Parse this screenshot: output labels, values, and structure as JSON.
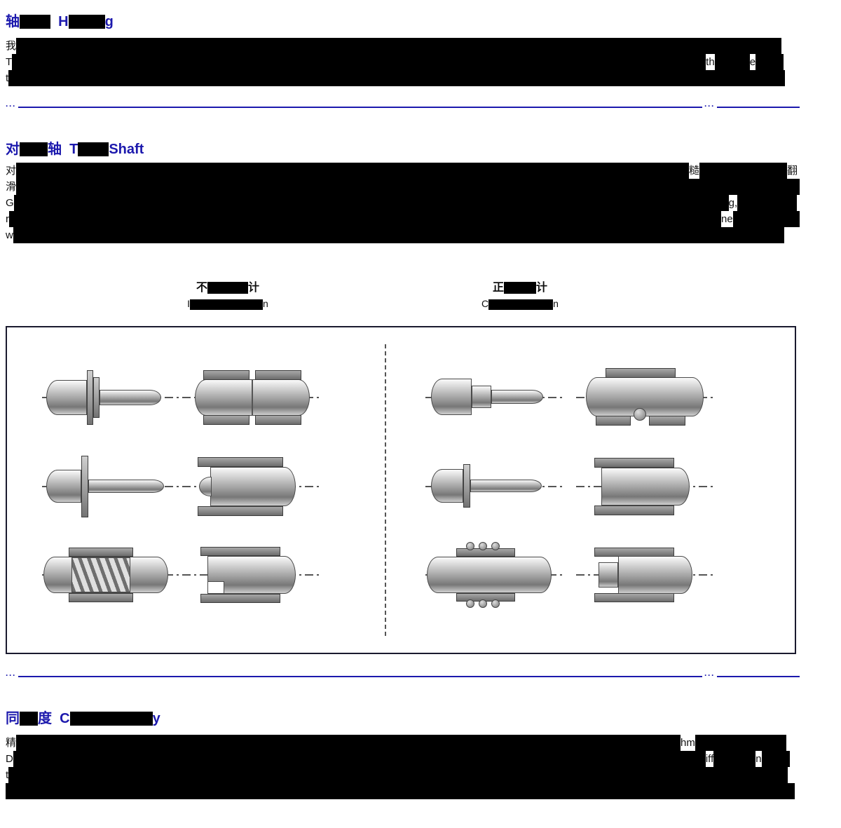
{
  "palette": {
    "accent": "#1c19ad",
    "text": "#101010",
    "redact": "#000000",
    "page_bg": "#ffffff",
    "figure_border": "#1a1a2e"
  },
  "decor": {
    "sep_dots": "···"
  },
  "section_housing": {
    "heading": [
      {
        "t": "轴"
      },
      {
        "r": 44
      },
      {
        "t": "  "
      },
      {
        "t": "H"
      },
      {
        "r": 52
      },
      {
        "t": "g"
      }
    ],
    "lines": [
      [
        {
          "t": "我"
        },
        {
          "r": 1092
        }
      ],
      [
        {
          "t": "T"
        },
        {
          "r": 990
        },
        {
          "t": "th"
        },
        {
          "r": 50
        },
        {
          "t": "e"
        },
        {
          "r": 40
        }
      ],
      [
        {
          "t": "t"
        },
        {
          "r": 1108
        }
      ]
    ]
  },
  "section_shaft": {
    "heading": [
      {
        "t": "对"
      },
      {
        "r": 40
      },
      {
        "t": "轴"
      },
      {
        "t": "  "
      },
      {
        "t": "T"
      },
      {
        "r": 44
      },
      {
        "t": "Shaft"
      }
    ],
    "lines": [
      [
        {
          "t": "对"
        },
        {
          "r": 960
        },
        {
          "t": "糙"
        },
        {
          "r": 125
        },
        {
          "t": "翻"
        }
      ],
      [
        {
          "t": "滑"
        },
        {
          "r": 1118
        }
      ],
      [
        {
          "t": "G"
        },
        {
          "r": 1020
        },
        {
          "t": "g,"
        },
        {
          "r": 85
        }
      ],
      [
        {
          "t": "r"
        },
        {
          "r": 1016
        },
        {
          "t": "ne"
        },
        {
          "r": 95
        }
      ],
      [
        {
          "t": "w"
        },
        {
          "r": 1100
        }
      ]
    ]
  },
  "figure": {
    "label_incorrect": {
      "line1": [
        {
          "t": "不"
        },
        {
          "r": 58
        },
        {
          "t": "计"
        }
      ],
      "line2": [
        {
          "t": "I"
        },
        {
          "r": 104
        },
        {
          "t": "n"
        }
      ]
    },
    "label_correct": {
      "line1": [
        {
          "t": "正"
        },
        {
          "r": 46
        },
        {
          "t": "计"
        }
      ],
      "line2": [
        {
          "t": "C"
        },
        {
          "r": 92
        },
        {
          "t": "n"
        }
      ]
    }
  },
  "section_concentricity": {
    "heading": [
      {
        "t": "同"
      },
      {
        "r": 26
      },
      {
        "t": "度"
      },
      {
        "t": "  "
      },
      {
        "t": "C"
      },
      {
        "r": 118
      },
      {
        "t": "y"
      }
    ],
    "lines": [
      [
        {
          "t": "精"
        },
        {
          "r": 948
        },
        {
          "t": "hm"
        },
        {
          "r": 130
        }
      ],
      [
        {
          "t": "D"
        },
        {
          "r": 988
        },
        {
          "t": "iff"
        },
        {
          "r": 60
        },
        {
          "t": "n"
        },
        {
          "r": 40
        }
      ],
      [
        {
          "t": "t"
        },
        {
          "r": 1112
        }
      ],
      [
        {
          "r": 1126
        }
      ]
    ]
  }
}
